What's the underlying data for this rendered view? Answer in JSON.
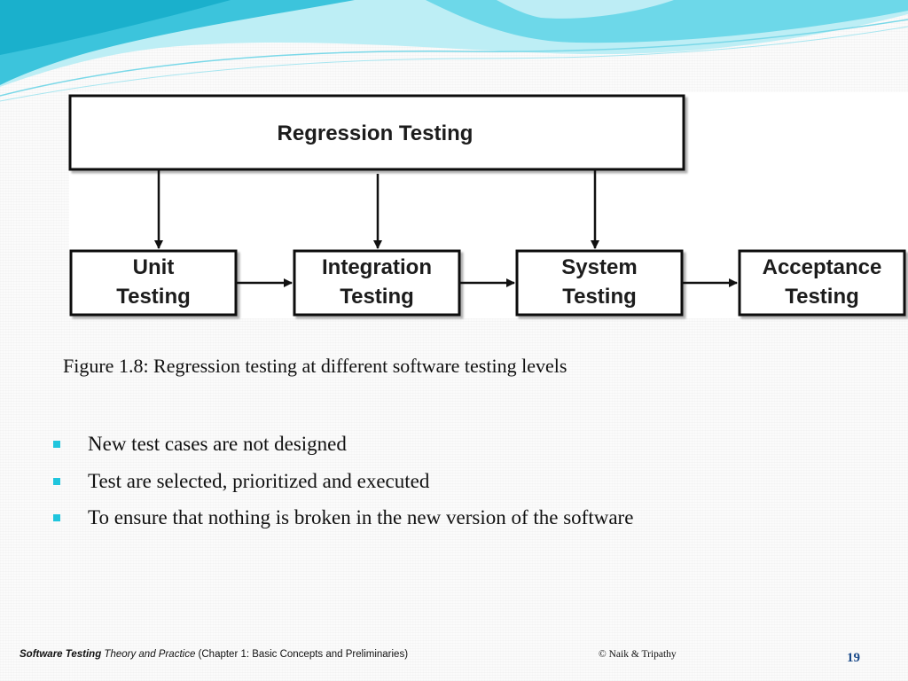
{
  "theme": {
    "accent": "#20c5dd",
    "wave_light": "#bdeef5",
    "wave_mid": "#5fd3e6",
    "wave_dark": "#16b4cf"
  },
  "diagram": {
    "top_box": "Regression Testing",
    "levels": [
      {
        "line1": "Unit",
        "line2": "Testing"
      },
      {
        "line1": "Integration",
        "line2": "Testing"
      },
      {
        "line1": "System",
        "line2": "Testing"
      },
      {
        "line1": "Acceptance",
        "line2": "Testing"
      }
    ]
  },
  "caption": "Figure 1.8: Regression testing at different software testing levels",
  "bullets": [
    "New test cases are not designed",
    "Test are selected, prioritized and executed",
    "To ensure that nothing is broken in the new version of the software"
  ],
  "footer": {
    "book_bold": "Software Testing",
    "book_rest": " Theory and Practice",
    "chapter": " (Chapter 1: Basic Concepts and Preliminaries)",
    "copyright": "© Naik & Tripathy",
    "page_number": "19"
  }
}
